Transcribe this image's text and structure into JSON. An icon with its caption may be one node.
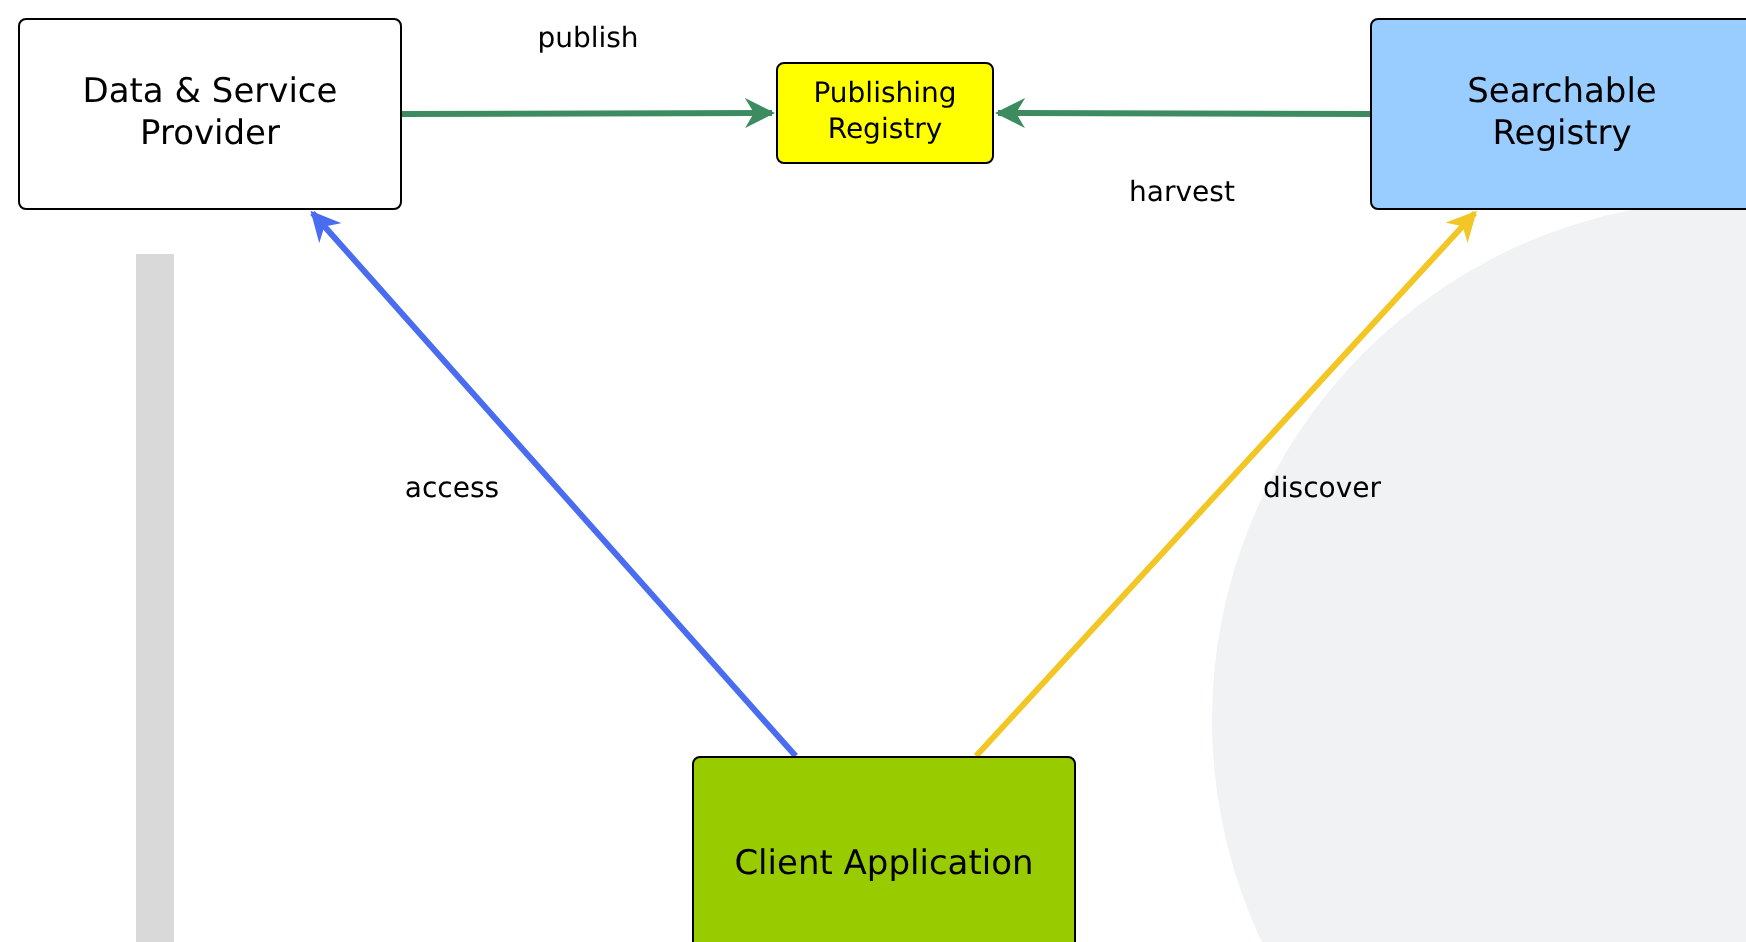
{
  "diagram": {
    "nodes": [
      {
        "text": [
          "Data & Service Provider"
        ]
      },
      {
        "text": [
          "Publishing Registry"
        ]
      },
      {
        "text": [
          "Searchable Registry"
        ]
      },
      {
        "text": [
          "Client Application"
        ]
      }
    ],
    "edges": [
      {
        "from": 0,
        "to": 1,
        "arrow": "to",
        "label": "publish"
      },
      {
        "from": 2,
        "to": 1,
        "arrow": "to",
        "label": "harvest"
      },
      {
        "from": 3,
        "to": 0,
        "arrow": "to",
        "label": "access",
        "color": "#4a6cf0"
      },
      {
        "from": 3,
        "to": 2,
        "arrow": "to",
        "label": "discover",
        "color": "#f2c624"
      }
    ]
  }
}
